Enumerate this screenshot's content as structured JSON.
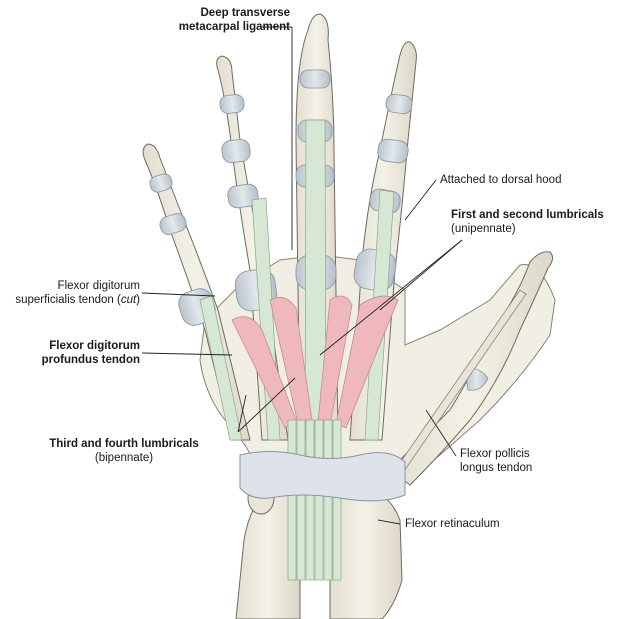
{
  "labels": {
    "deep_transverse": {
      "line1": "Deep transverse",
      "line2": "metacarpal ligament"
    },
    "attached_dorsal_hood": "Attached to dorsal hood",
    "first_second_lumbricals": {
      "line1": "First and second lumbricals",
      "line2": "(unipennate)"
    },
    "fds_tendon": {
      "line1": "Flexor digitorum",
      "line2_prefix": "superficialis tendon (",
      "line2_italic": "cut",
      "line2_suffix": ")"
    },
    "fdp_tendon": {
      "line1": "Flexor digitorum",
      "line2": "profundus tendon"
    },
    "third_fourth_lumbricals": {
      "line1": "Third and fourth lumbricals",
      "line2": "(bipennate)"
    },
    "fpl_tendon": {
      "line1": "Flexor pollicis",
      "line2": "longus tendon"
    },
    "flexor_retinaculum": "Flexor retinaculum"
  },
  "colors": {
    "bone": "#eeeadc",
    "bone_outline": "#6f6a5e",
    "tendon_sheath": "#cfd7de",
    "tendon_green": "#d6e8d3",
    "muscle_pink": "#efb8bc",
    "retinaculum": "#dde3e8",
    "leader_line": "#222222"
  }
}
